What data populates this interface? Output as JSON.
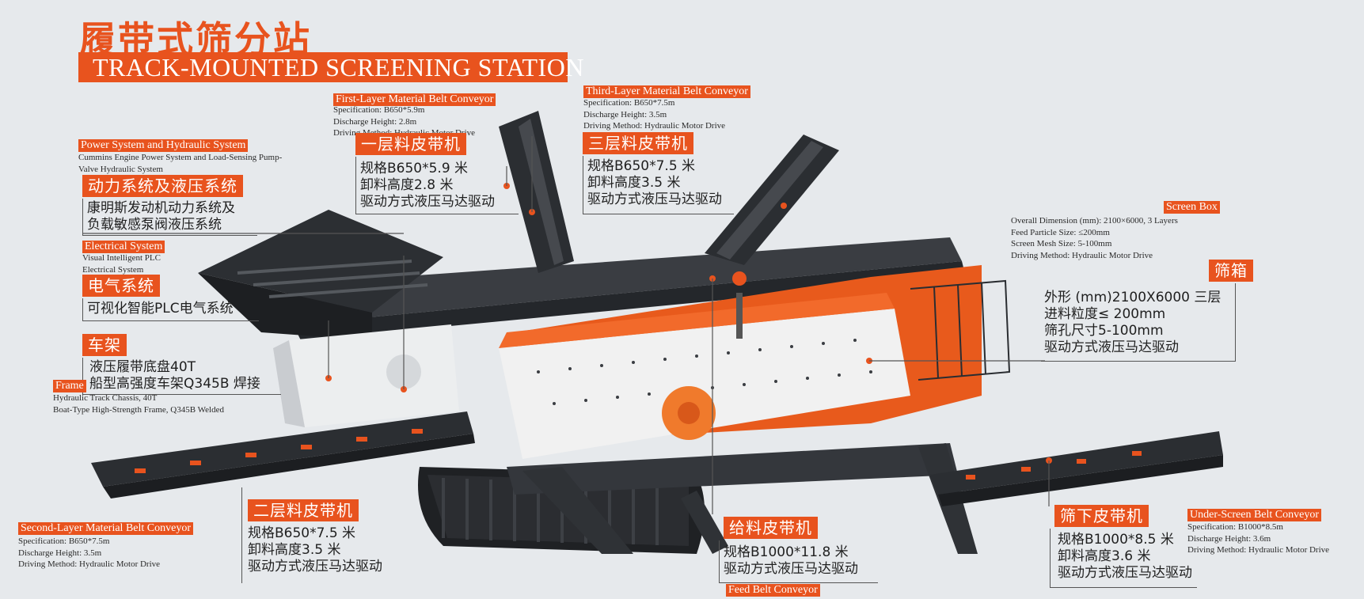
{
  "title": {
    "cn": "履带式筛分站",
    "en": "TRACK-MOUNTED SCREENING STATION"
  },
  "colors": {
    "accent": "#e8531e",
    "machine_orange": "#e85a1c",
    "machine_dark": "#2f3236",
    "background": "#e6e9ec"
  },
  "callouts": {
    "first_layer": {
      "en_title": "First-Layer Material Belt Conveyor",
      "en_lines": [
        "Specification: B650*5.9m",
        "Discharge Height: 2.8m",
        "Driving Method: Hydraulic Motor Drive"
      ],
      "cn_title": "一层料皮带机",
      "cn_lines": [
        "规格B650*5.9 米",
        "卸料高度2.8 米",
        "驱动方式液压马达驱动"
      ]
    },
    "third_layer": {
      "en_title": "Third-Layer Material Belt Conveyor",
      "en_lines": [
        "Specification: B650*7.5m",
        "Discharge Height: 3.5m",
        "Driving Method: Hydraulic Motor Drive"
      ],
      "cn_title": "三层料皮带机",
      "cn_lines": [
        "规格B650*7.5 米",
        "卸料高度3.5 米",
        "驱动方式液压马达驱动"
      ]
    },
    "power": {
      "en_title": "Power System and Hydraulic System",
      "en_lines": [
        "Cummins Engine Power System and Load-Sensing Pump-",
        "Valve Hydraulic System"
      ],
      "cn_title": "动力系统及液压系统",
      "cn_lines": [
        "康明斯发动机动力系统及",
        "负载敏感泵阀液压系统"
      ]
    },
    "electrical": {
      "en_title": "Electrical System",
      "en_lines": [
        "Visual Intelligent PLC",
        "Electrical System"
      ],
      "cn_title": "电气系统",
      "cn_lines": [
        "可视化智能PLC电气系统"
      ]
    },
    "frame": {
      "cn_title": "车架",
      "cn_lines": [
        "液压履带底盘40T",
        "船型高强度车架Q345B 焊接"
      ],
      "en_title": "Frame",
      "en_lines": [
        "Hydraulic Track Chassis, 40T",
        "Boat-Type High-Strength Frame, Q345B Welded"
      ]
    },
    "screen_box": {
      "en_title": "Screen Box",
      "en_lines": [
        "Overall Dimension (mm): 2100×6000, 3 Layers",
        "Feed Particle Size: ≤200mm",
        "Screen Mesh Size: 5-100mm",
        "Driving Method: Hydraulic Motor Drive"
      ],
      "cn_title": "筛箱",
      "cn_lines": [
        "外形 (mm)2100X6000 三层",
        "进料粒度≤ 200mm",
        "筛孔尺寸5-100mm",
        "驱动方式液压马达驱动"
      ]
    },
    "second_layer": {
      "cn_title": "二层料皮带机",
      "cn_lines": [
        "规格B650*7.5 米",
        "卸料高度3.5 米",
        "驱动方式液压马达驱动"
      ],
      "en_title": "Second-Layer Material Belt Conveyor",
      "en_lines": [
        "Specification: B650*7.5m",
        "Discharge Height: 3.5m",
        "Driving Method: Hydraulic Motor Drive"
      ]
    },
    "feed_belt": {
      "cn_title": "给料皮带机",
      "cn_lines": [
        "规格B1000*11.8 米",
        "驱动方式液压马达驱动"
      ],
      "en_title": "Feed Belt Conveyor"
    },
    "under_screen": {
      "cn_title": "筛下皮带机",
      "cn_lines": [
        "规格B1000*8.5 米",
        "卸料高度3.6 米",
        "驱动方式液压马达驱动"
      ],
      "en_title": "Under-Screen Belt Conveyor",
      "en_lines": [
        "Specification: B1000*8.5m",
        "Discharge Height: 3.6m",
        "Driving Method: Hydraulic Motor Drive"
      ]
    }
  }
}
